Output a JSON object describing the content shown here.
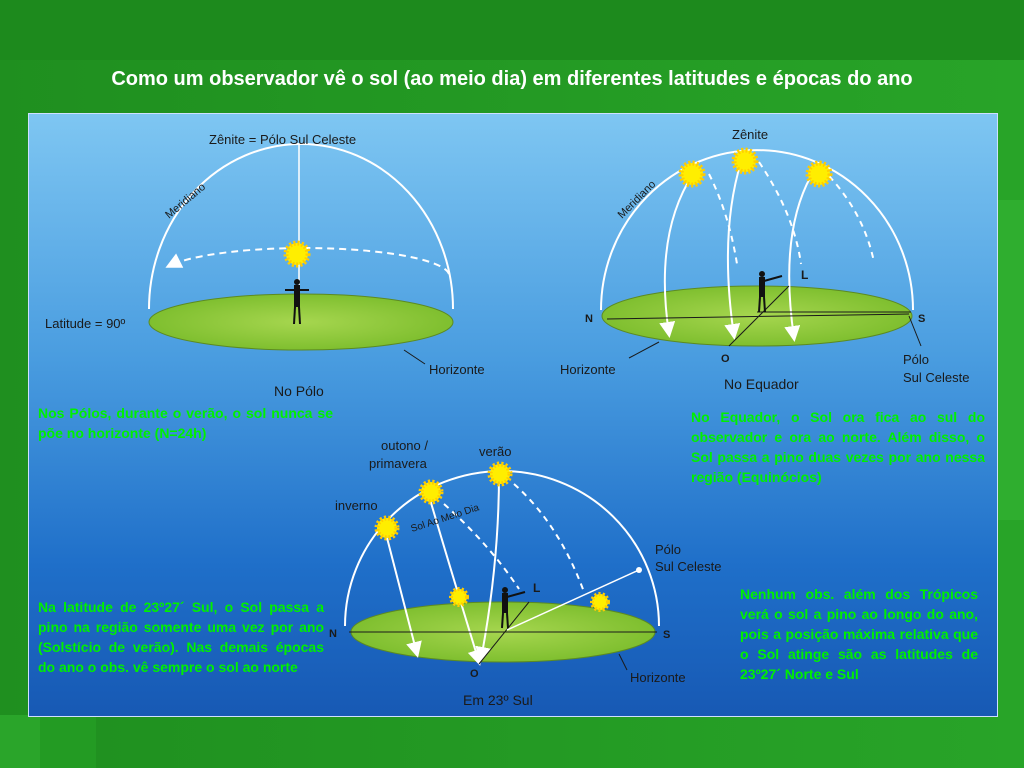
{
  "title": "Como um observador vê o sol (ao meio dia) em diferentes latitudes e épocas do ano",
  "colors": {
    "background": "#1f8f1f",
    "note_text": "#00f000",
    "horizon": "#8dc63f",
    "sun": "#ffee00"
  },
  "pole": {
    "zenith_label": "Zênite = Pólo Sul Celeste",
    "meridian_label": "Meridiano",
    "latitude_label": "Latitude = 90º",
    "horizon_label": "Horizonte",
    "caption": "No Pólo"
  },
  "equator": {
    "zenith_label": "Zênite",
    "meridian_label": "Meridiano",
    "east_label": "L",
    "north_label": "N",
    "south_label": "S",
    "west_label": "O",
    "horizon_label": "Horizonte",
    "pole_label_1": "Pólo",
    "pole_label_2": "Sul Celeste",
    "caption": "No Equador"
  },
  "tropic": {
    "autumn_label_1": "outono /",
    "autumn_label_2": "primavera",
    "summer_label": "verão",
    "winter_label": "inverno",
    "noon_sun_label": "Sol Ao Meio Dia",
    "pole_label_1": "Pólo",
    "pole_label_2": "Sul Celeste",
    "east_label": "L",
    "north_label": "N",
    "south_label": "S",
    "west_label": "O",
    "horizon_label": "Horizonte",
    "caption": "Em 23º Sul"
  },
  "notes": {
    "poles": "Nos Pólos, durante o verão, o sol nunca se põe no horizonte (N=24h)",
    "equator": "No Equador, o Sol ora fica ao sul do observador e ora ao norte. Além disso, o Sol passa a pino duas vezes por ano nessa região (Equinócios)",
    "tropic": "Na latitude de 23º27´ Sul, o Sol passa a pino na região somente uma vez por ano (Solstício de verão). Nas demais épocas do ano o obs. vê sempre o sol ao norte",
    "tropics_limit": "Nenhum obs. além dos Trópicos verá o sol a pino ao longo do ano, pois a posição máxima relativa que o Sol atinge são as latitudes de 23º27´ Norte e Sul"
  }
}
